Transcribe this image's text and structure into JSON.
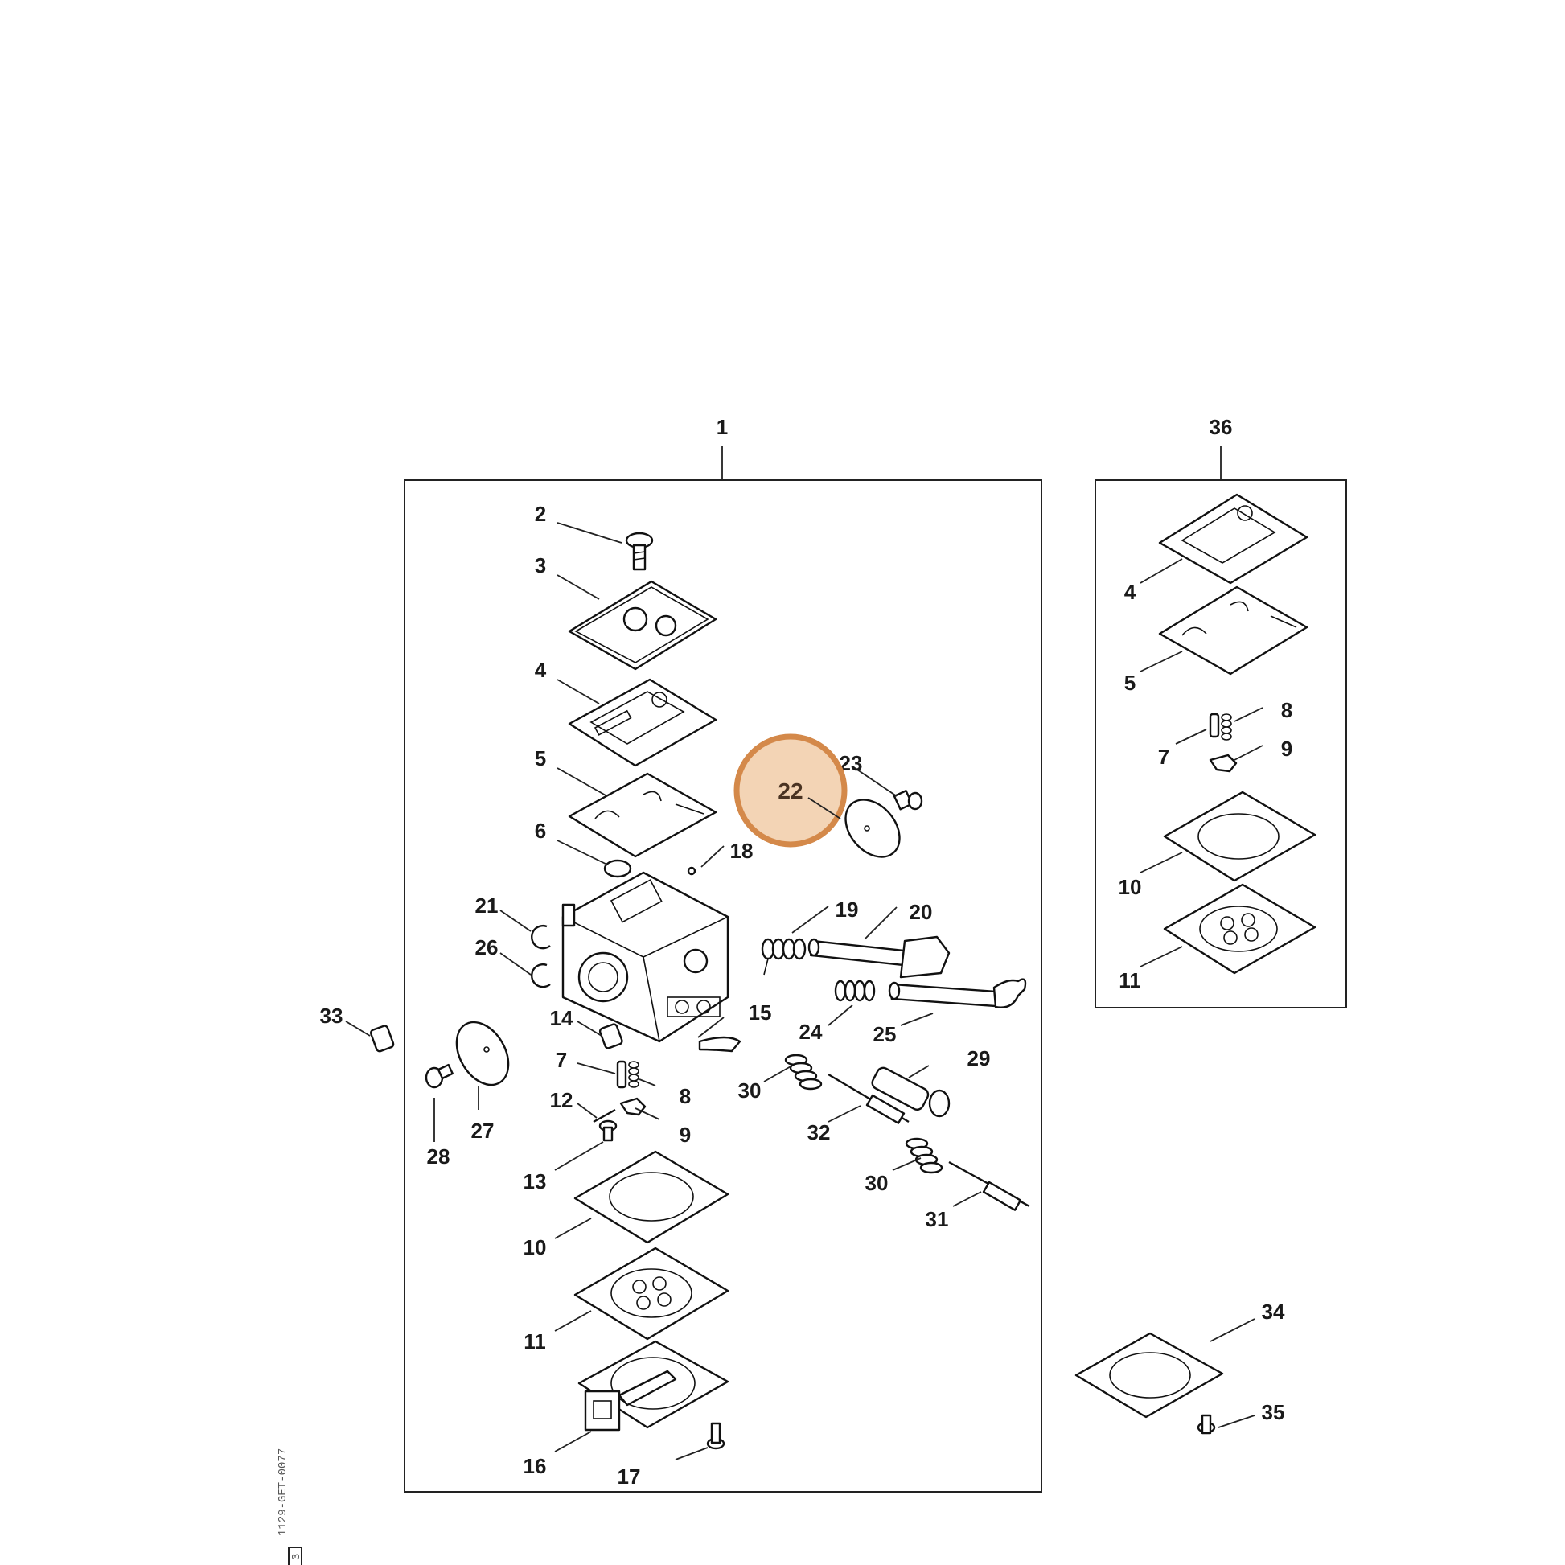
{
  "diagram": {
    "highlight": {
      "label": "22",
      "color": "#d4894a",
      "fill": "#f3d4b5"
    },
    "side_code": "1129-GET-0077",
    "side_code_box": "3",
    "group_labels": {
      "main": "1",
      "kit": "36"
    },
    "callouts": {
      "main": [
        "2",
        "3",
        "4",
        "5",
        "6",
        "18",
        "23",
        "21",
        "26",
        "19",
        "20",
        "24",
        "25",
        "33",
        "14",
        "15",
        "7",
        "8",
        "12",
        "9",
        "28",
        "27",
        "29",
        "30",
        "32",
        "13",
        "10",
        "30",
        "31",
        "11",
        "16",
        "17"
      ],
      "kit": [
        "4",
        "5",
        "8",
        "7",
        "9",
        "10",
        "11"
      ],
      "extra": [
        "34",
        "35"
      ]
    }
  }
}
